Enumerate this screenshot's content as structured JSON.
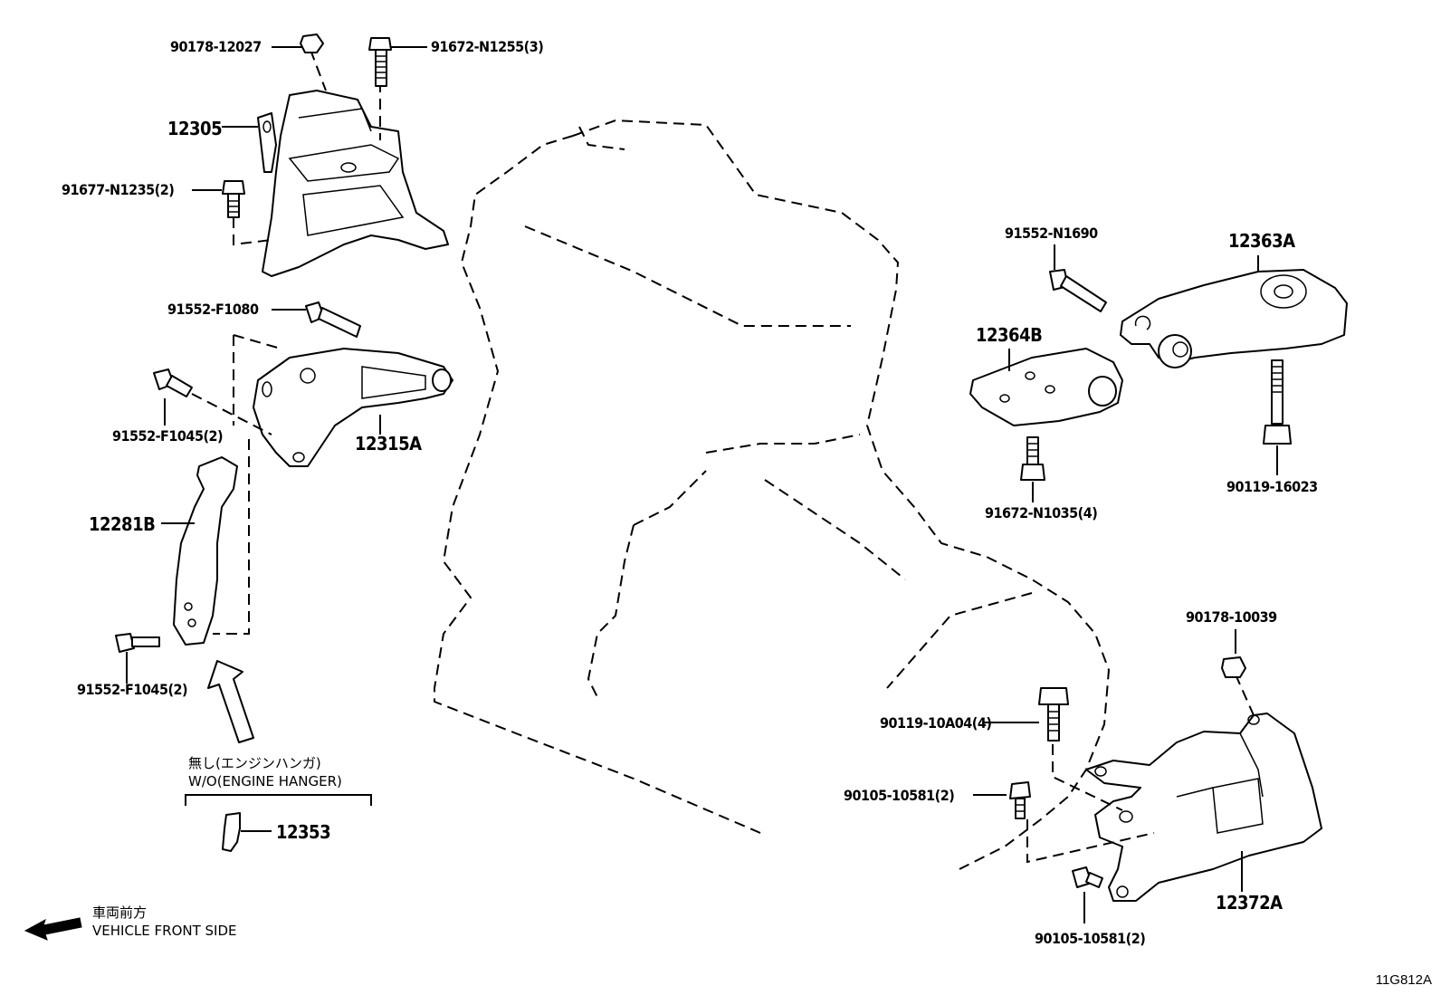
{
  "diagram_code": "11G812A",
  "labels": {
    "p90178_12027": "90178-12027",
    "p91672_n1255": "91672-N1255(3)",
    "p12305": "12305",
    "p91677_n1235": "91677-N1235(2)",
    "p91552_f1080": "91552-F1080",
    "p91552_f1045_a": "91552-F1045(2)",
    "p12315a": "12315A",
    "p12281b": "12281B",
    "p91552_f1045_b": "91552-F1045(2)",
    "p12353": "12353",
    "p91552_n1690": "91552-N1690",
    "p12363a": "12363A",
    "p12364b": "12364B",
    "p91672_n1035": "91672-N1035(4)",
    "p90119_16023": "90119-16023",
    "p90178_10039": "90178-10039",
    "p90119_10a04": "90119-10A04(4)",
    "p90105_10581_a": "90105-10581(2)",
    "p90105_10581_b": "90105-10581(2)",
    "p12372a": "12372A"
  },
  "notes": {
    "wo_engine_hanger_jp": "無し(エンジンハンガ)",
    "wo_engine_hanger_en": "W/O(ENGINE HANGER)",
    "front_side_jp": "車両前方",
    "front_side_en": "VEHICLE FRONT SIDE"
  }
}
